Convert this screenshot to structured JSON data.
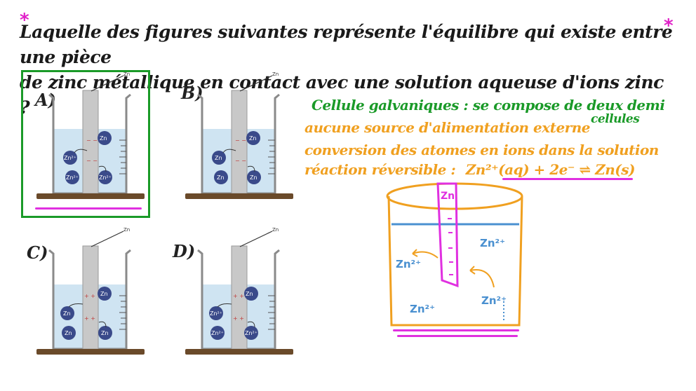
{
  "question": {
    "line1": "Laquelle des figures suivantes représente l'équilibre qui existe entre une pièce",
    "line2": "de zinc métallique en contact avec une solution aqueuse d'ions zinc ?"
  },
  "options": [
    {
      "letter": "A)",
      "electrode": "Zn",
      "ions": [
        "Zn",
        "Zn²⁺",
        "Zn²⁺",
        "Zn²⁺"
      ],
      "charges": "− −"
    },
    {
      "letter": "B)",
      "electrode": "Zn",
      "ions": [
        "Zn",
        "Zn",
        "Zn",
        "Zn"
      ],
      "charges": "− −"
    },
    {
      "letter": "C)",
      "electrode": "Zn",
      "ions": [
        "Zn",
        "Zn",
        "Zn",
        "Zn"
      ],
      "charges": "+ +"
    },
    {
      "letter": "D)",
      "electrode": "Zn",
      "ions": [
        "Zn",
        "Zn²⁺",
        "Zn²⁺",
        "Zn²⁺"
      ],
      "charges": "+ +"
    }
  ],
  "notes": {
    "line1": "Cellule galvaniques : se compose de deux demi",
    "line1b": "cellules",
    "line2": "aucune source d'alimentation externe",
    "line3": "conversion des atomes en ions dans la solution",
    "line4_prefix": "réaction réversible  :",
    "line4_equation": "Zn²⁺(aq) + 2e⁻ ⇌ Zn(s)"
  },
  "sketch": {
    "electrode_label": "Zn",
    "ions": [
      "Zn²⁺",
      "Zn²⁺",
      "Zn²⁺",
      "Zn²⁺"
    ]
  },
  "colors": {
    "green": "#1a9a28",
    "orange": "#f0a020",
    "blue": "#4a90d0",
    "magenta": "#e030e0",
    "ion_fill": "#3a4a8a",
    "solution": "#cfe4f2"
  }
}
